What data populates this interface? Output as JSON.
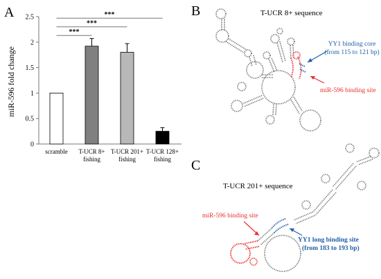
{
  "panels": {
    "a": {
      "letter": "A"
    },
    "b": {
      "letter": "B",
      "title": "T-UCR 8+ sequence",
      "annot_blue_line1": "YY1 binding core",
      "annot_blue_line2": "(from 115 to 121 bp)",
      "annot_red": "miR-596 binding site"
    },
    "c": {
      "letter": "C",
      "title": "T-UCR 201+ sequence",
      "annot_red": "miR-596 binding site",
      "annot_blue_line1": "YY1 long binding site",
      "annot_blue_line2": "(from 183 to 193 bp)"
    }
  },
  "colors": {
    "red": "#e8312e",
    "blue": "#1f5fa6",
    "gray": "#555555"
  },
  "chart_data": {
    "type": "bar",
    "ylabel": "miR-596 fold change",
    "xlabel": "",
    "ylim": [
      0,
      2.5
    ],
    "yticks": [
      "0",
      "0.5",
      "1",
      "1.5",
      "2",
      "2.5"
    ],
    "yticks_values": [
      0,
      0.5,
      1,
      1.5,
      2,
      2.5
    ],
    "categories": [
      {
        "line1": "scramble",
        "line2": ""
      },
      {
        "line1": "T-UCR 8+",
        "line2": "fishing"
      },
      {
        "line1": "T-UCR 201+",
        "line2": "fishing"
      },
      {
        "line1": "T-UCR 128+",
        "line2": "fishing"
      }
    ],
    "values": [
      1.0,
      1.92,
      1.8,
      0.25
    ],
    "errors": [
      0,
      0.15,
      0.17,
      0.07
    ],
    "bar_colors": [
      "#ffffff",
      "#808080",
      "#b8b8b8",
      "#000000"
    ],
    "significance": [
      {
        "from": 0,
        "to": 1,
        "label": "***",
        "y": 2.13
      },
      {
        "from": 0,
        "to": 2,
        "label": "***",
        "y": 2.3
      },
      {
        "from": 0,
        "to": 3,
        "label": "***",
        "y": 2.47
      }
    ]
  }
}
